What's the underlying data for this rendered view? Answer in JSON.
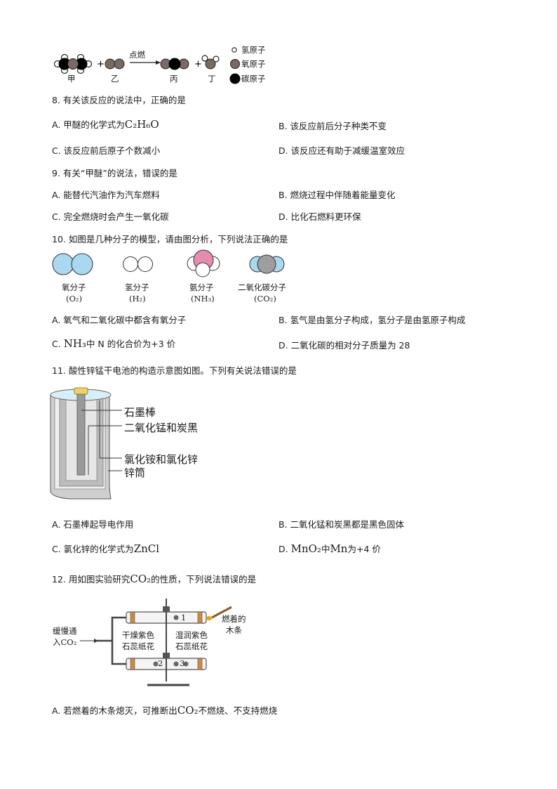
{
  "reaction": {
    "arrow_label": "点燃",
    "plus": "+",
    "labels": [
      "甲",
      "乙",
      "丙",
      "丁"
    ],
    "legend": [
      "氢原子",
      "氧原子",
      "碳原子"
    ]
  },
  "q8": {
    "stem": "8. 有关该反应的说法中，正确的是",
    "A_prefix": "A. 甲醚的化学式为",
    "A_formula": "C₂H₆O",
    "B": "B. 该反应前后分子种类不变",
    "C": "C. 该反应前后原子个数减小",
    "D": "D. 该反应还有助于减缓温室效应"
  },
  "q9": {
    "stem": "9. 有关“甲醚”的说法，错误的是",
    "A": "A. 能替代汽油作为汽车燃料",
    "B": "B. 燃烧过程中伴随着能量变化",
    "C": "C. 完全燃烧时会产生一氧化碳",
    "D": "D. 比化石燃料更环保"
  },
  "q10": {
    "stem": "10. 如图是几种分子的模型，请由图分析，下列说法正确的是",
    "molecules": [
      {
        "name": "氧分子",
        "formula": "(O₂)"
      },
      {
        "name": "氢分子",
        "formula": "(H₂)"
      },
      {
        "name": "氨分子",
        "formula": "(NH₃)"
      },
      {
        "name": "二氧化碳分子",
        "formula": "(CO₂)"
      }
    ],
    "A": "A. 氧气和二氧化碳中都含有氧分子",
    "B": "B. 氢气是由氢分子构成，氢分子是由氢原子构成",
    "C_prefix": "C.",
    "C_formula": "NH₃",
    "C_suffix": "中 N 的化合价为+3 价",
    "D": "D. 二氧化碳的相对分子质量为 28"
  },
  "q11": {
    "stem": "11. 酸性锌锰干电池的构造示意图如图。下列有关说法错误的是",
    "battery_labels": [
      "石墨棒",
      "二氧化锰和炭黑",
      "氯化铵和氯化锌",
      "锌筒"
    ],
    "A": "A. 石墨棒起导电作用",
    "B": "B. 二氧化锰和炭黑都是黑色固体",
    "C_prefix": "C. 氯化锌的化学式为",
    "C_formula": "ZnCl",
    "D_prefix": "D.",
    "D_formula": "MnO₂",
    "D_mid": "中",
    "D_element": "Mn",
    "D_suffix": "为+4 价"
  },
  "q12": {
    "stem_prefix": "12. 用如图实验研究",
    "stem_formula": "CO₂",
    "stem_suffix": "的性质，下列说法错误的是",
    "apparatus": {
      "inlet": [
        "缓慢通",
        "入CO₂"
      ],
      "dry": [
        "干燥紫色",
        "石蕊纸花"
      ],
      "wet": [
        "湿润紫色",
        "石蕊纸花"
      ],
      "stick": [
        "燃着的",
        "木条"
      ],
      "numbers": [
        "1",
        "2",
        "3"
      ]
    },
    "A_prefix": "A. 若燃着的木条熄灭，可推断出",
    "A_formula": "CO₂",
    "A_suffix": "不燃烧、不支持燃烧"
  }
}
